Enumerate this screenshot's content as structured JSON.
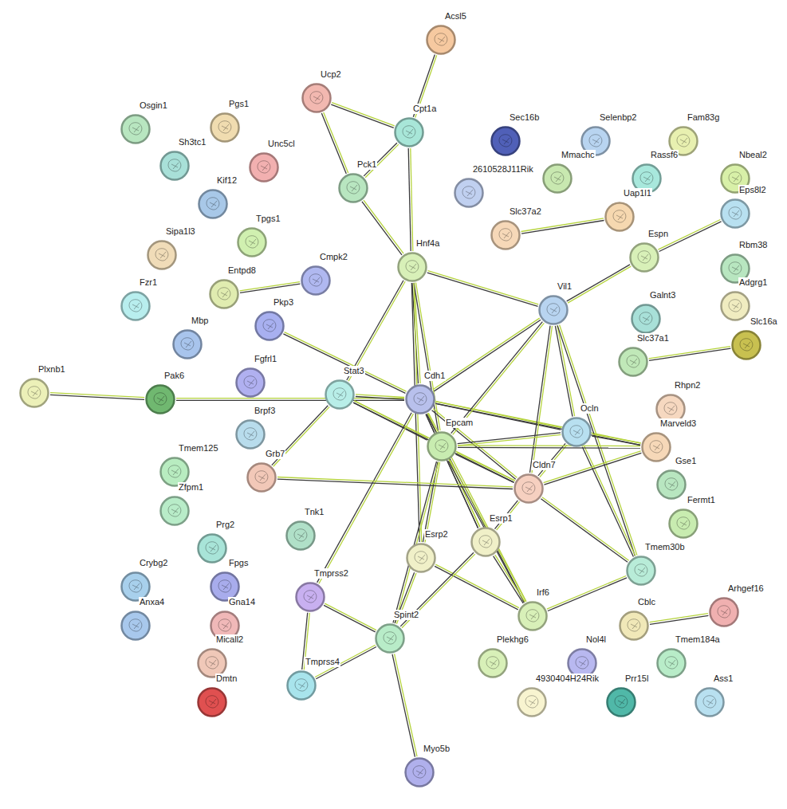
{
  "diagram": {
    "nodes": [
      {
        "text": [
          "Acsl5"
        ]
      },
      {
        "text": [
          "Ucp2"
        ]
      },
      {
        "text": [
          "Osgin1"
        ]
      },
      {
        "text": [
          "Pgs1"
        ]
      },
      {
        "text": [
          "Cpt1a"
        ]
      },
      {
        "text": [
          "Sec16b"
        ]
      },
      {
        "text": [
          "Selenbp2"
        ]
      },
      {
        "text": [
          "Fam83g"
        ]
      },
      {
        "text": [
          "Unc5cl"
        ]
      },
      {
        "text": [
          "Sh3tc1"
        ]
      },
      {
        "text": [
          "Mmachc"
        ]
      },
      {
        "text": [
          "Rassf6"
        ]
      },
      {
        "text": [
          "Nbeal2"
        ]
      },
      {
        "text": [
          "Pck1"
        ]
      },
      {
        "text": [
          "2610528J11Rik"
        ]
      },
      {
        "text": [
          "Kif12"
        ]
      },
      {
        "text": [
          "Uap1l1"
        ]
      },
      {
        "text": [
          "Eps8l2"
        ]
      },
      {
        "text": [
          "Slc37a2"
        ]
      },
      {
        "text": [
          "Tpgs1"
        ]
      },
      {
        "text": [
          "Sipa1l3"
        ]
      },
      {
        "text": [
          "Hnf4a"
        ]
      },
      {
        "text": [
          "Espn"
        ]
      },
      {
        "text": [
          "Rbm38"
        ]
      },
      {
        "text": [
          "Cmpk2"
        ]
      },
      {
        "text": [
          "Entpd8"
        ]
      },
      {
        "text": [
          "Fzr1"
        ]
      },
      {
        "text": [
          "Vil1"
        ]
      },
      {
        "text": [
          "Adgrg1"
        ]
      },
      {
        "text": [
          "Galnt3"
        ]
      },
      {
        "text": [
          "Pkp3"
        ]
      },
      {
        "text": [
          "Mbp"
        ]
      },
      {
        "text": [
          "Slc16a"
        ]
      },
      {
        "text": [
          "Slc37a1"
        ]
      },
      {
        "text": [
          "Fgfrl1"
        ]
      },
      {
        "text": [
          "Stat3"
        ]
      },
      {
        "text": [
          "Plxnb1"
        ]
      },
      {
        "text": [
          "Pak6"
        ]
      },
      {
        "text": [
          "Cdh1"
        ]
      },
      {
        "text": [
          "Rhpn2"
        ]
      },
      {
        "text": [
          "Brpf3"
        ]
      },
      {
        "text": [
          "Ocln"
        ]
      },
      {
        "text": [
          "Epcam"
        ]
      },
      {
        "text": [
          "Marveld3"
        ]
      },
      {
        "text": [
          "Tmem125"
        ]
      },
      {
        "text": [
          "Grb7"
        ]
      },
      {
        "text": [
          "Gse1"
        ]
      },
      {
        "text": [
          "Cldn7"
        ]
      },
      {
        "text": [
          "Zfpm1"
        ]
      },
      {
        "text": [
          "Fermt1"
        ]
      },
      {
        "text": [
          "Tnk1"
        ]
      },
      {
        "text": [
          "Esrp1"
        ]
      },
      {
        "text": [
          "Prg2"
        ]
      },
      {
        "text": [
          "Esrp2"
        ]
      },
      {
        "text": [
          "Tmem30b"
        ]
      },
      {
        "text": [
          "Crybg2"
        ]
      },
      {
        "text": [
          "Fpgs"
        ]
      },
      {
        "text": [
          "Tmprss2"
        ]
      },
      {
        "text": [
          "Arhgef16"
        ]
      },
      {
        "text": [
          "Irf6"
        ]
      },
      {
        "text": [
          "Anxa4"
        ]
      },
      {
        "text": [
          "Gna14"
        ]
      },
      {
        "text": [
          "Cblc"
        ]
      },
      {
        "text": [
          "Spint2"
        ]
      },
      {
        "text": [
          "Micall2"
        ]
      },
      {
        "text": [
          "Plekhg6"
        ]
      },
      {
        "text": [
          "Nol4l"
        ]
      },
      {
        "text": [
          "Tmem184a"
        ]
      },
      {
        "text": [
          "Tmprss4"
        ]
      },
      {
        "text": [
          "Dmtn"
        ]
      },
      {
        "text": [
          "4930404H24Rik"
        ]
      },
      {
        "text": [
          "Prr15l"
        ]
      },
      {
        "text": [
          "Ass1"
        ]
      },
      {
        "text": [
          "Myo5b"
        ]
      }
    ],
    "edges": [
      {
        "from": 0,
        "to": 4,
        "arrow": "none"
      },
      {
        "from": 1,
        "to": 4,
        "arrow": "none"
      },
      {
        "from": 1,
        "to": 13,
        "arrow": "none"
      },
      {
        "from": 4,
        "to": 13,
        "arrow": "none"
      },
      {
        "from": 4,
        "to": 21,
        "arrow": "none"
      },
      {
        "from": 13,
        "to": 21,
        "arrow": "none"
      },
      {
        "from": 18,
        "to": 16,
        "arrow": "none"
      },
      {
        "from": 22,
        "to": 17,
        "arrow": "none"
      },
      {
        "from": 22,
        "to": 27,
        "arrow": "none"
      },
      {
        "from": 25,
        "to": 24,
        "arrow": "none"
      },
      {
        "from": 33,
        "to": 32,
        "arrow": "none"
      },
      {
        "from": 36,
        "to": 37,
        "arrow": "none"
      },
      {
        "from": 37,
        "to": 38,
        "arrow": "none"
      },
      {
        "from": 30,
        "to": 38,
        "arrow": "none"
      },
      {
        "from": 21,
        "to": 35,
        "arrow": "none"
      },
      {
        "from": 21,
        "to": 38,
        "arrow": "none"
      },
      {
        "from": 21,
        "to": 42,
        "arrow": "none"
      },
      {
        "from": 21,
        "to": 27,
        "arrow": "none"
      },
      {
        "from": 21,
        "to": 53,
        "arrow": "none"
      },
      {
        "from": 35,
        "to": 38,
        "arrow": "none"
      },
      {
        "from": 35,
        "to": 45,
        "arrow": "none"
      },
      {
        "from": 35,
        "to": 42,
        "arrow": "none"
      },
      {
        "from": 35,
        "to": 47,
        "arrow": "none"
      },
      {
        "from": 38,
        "to": 27,
        "arrow": "none"
      },
      {
        "from": 38,
        "to": 41,
        "arrow": "none"
      },
      {
        "from": 38,
        "to": 42,
        "arrow": "none"
      },
      {
        "from": 38,
        "to": 47,
        "arrow": "none"
      },
      {
        "from": 38,
        "to": 51,
        "arrow": "none"
      },
      {
        "from": 38,
        "to": 59,
        "arrow": "none"
      },
      {
        "from": 38,
        "to": 57,
        "arrow": "none"
      },
      {
        "from": 38,
        "to": 43,
        "arrow": "none"
      },
      {
        "from": 27,
        "to": 42,
        "arrow": "none"
      },
      {
        "from": 27,
        "to": 47,
        "arrow": "none"
      },
      {
        "from": 27,
        "to": 41,
        "arrow": "none"
      },
      {
        "from": 27,
        "to": 54,
        "arrow": "none"
      },
      {
        "from": 41,
        "to": 42,
        "arrow": "none"
      },
      {
        "from": 41,
        "to": 47,
        "arrow": "none"
      },
      {
        "from": 41,
        "to": 43,
        "arrow": "none"
      },
      {
        "from": 41,
        "to": 54,
        "arrow": "none"
      },
      {
        "from": 42,
        "to": 47,
        "arrow": "none"
      },
      {
        "from": 42,
        "to": 43,
        "arrow": "none"
      },
      {
        "from": 42,
        "to": 51,
        "arrow": "none"
      },
      {
        "from": 42,
        "to": 53,
        "arrow": "none"
      },
      {
        "from": 42,
        "to": 59,
        "arrow": "none"
      },
      {
        "from": 42,
        "to": 63,
        "arrow": "none"
      },
      {
        "from": 45,
        "to": 47,
        "arrow": "none"
      },
      {
        "from": 47,
        "to": 43,
        "arrow": "none"
      },
      {
        "from": 47,
        "to": 51,
        "arrow": "none"
      },
      {
        "from": 47,
        "to": 54,
        "arrow": "none"
      },
      {
        "from": 53,
        "to": 59,
        "arrow": "none"
      },
      {
        "from": 51,
        "to": 59,
        "arrow": "none"
      },
      {
        "from": 51,
        "to": 63,
        "arrow": "none"
      },
      {
        "from": 53,
        "to": 63,
        "arrow": "none"
      },
      {
        "from": 59,
        "to": 54,
        "arrow": "none"
      },
      {
        "from": 57,
        "to": 63,
        "arrow": "none"
      },
      {
        "from": 57,
        "to": 68,
        "arrow": "none"
      },
      {
        "from": 68,
        "to": 63,
        "arrow": "none"
      },
      {
        "from": 63,
        "to": 73,
        "arrow": "none"
      },
      {
        "from": 62,
        "to": 58,
        "arrow": "none"
      }
    ]
  }
}
